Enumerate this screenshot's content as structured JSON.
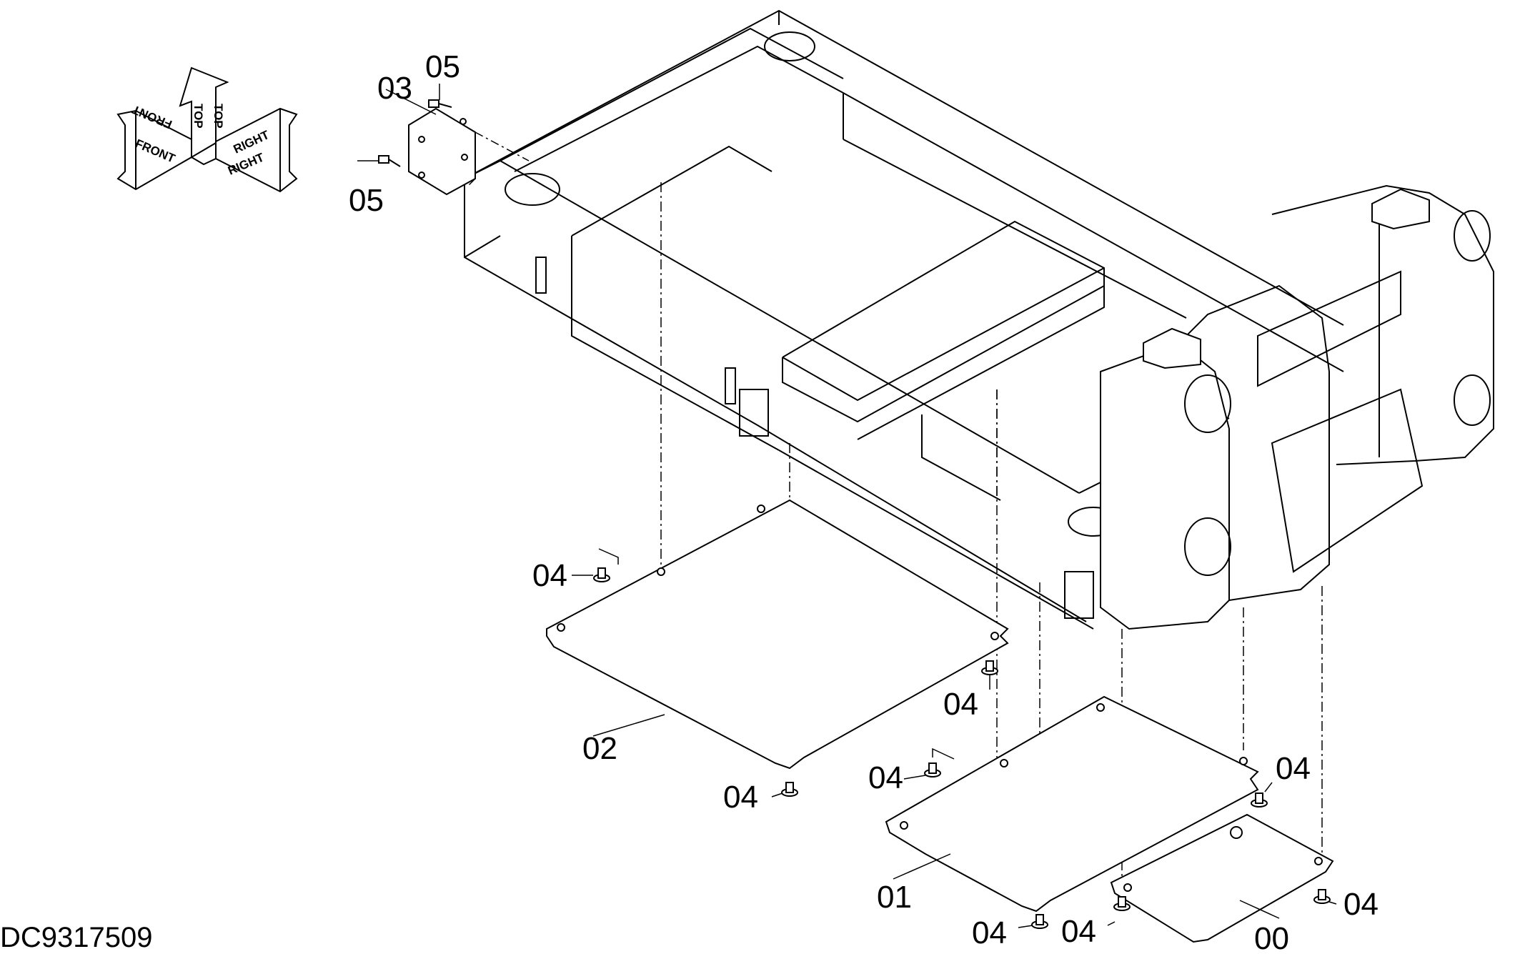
{
  "drawing_code": "DC9317509",
  "orientation": {
    "front": "FRONT",
    "top": "TOP",
    "right": "RIGHT"
  },
  "parts": [
    {
      "id": "00"
    },
    {
      "id": "01"
    },
    {
      "id": "02"
    },
    {
      "id": "03"
    },
    {
      "id": "04"
    },
    {
      "id": "05"
    }
  ],
  "callouts": [
    {
      "part": "05"
    },
    {
      "part": "05"
    },
    {
      "part": "03"
    },
    {
      "part": "04"
    },
    {
      "part": "04"
    },
    {
      "part": "02"
    },
    {
      "part": "04"
    },
    {
      "part": "04"
    },
    {
      "part": "04"
    },
    {
      "part": "01"
    },
    {
      "part": "04"
    },
    {
      "part": "04"
    },
    {
      "part": "04"
    },
    {
      "part": "00"
    }
  ]
}
